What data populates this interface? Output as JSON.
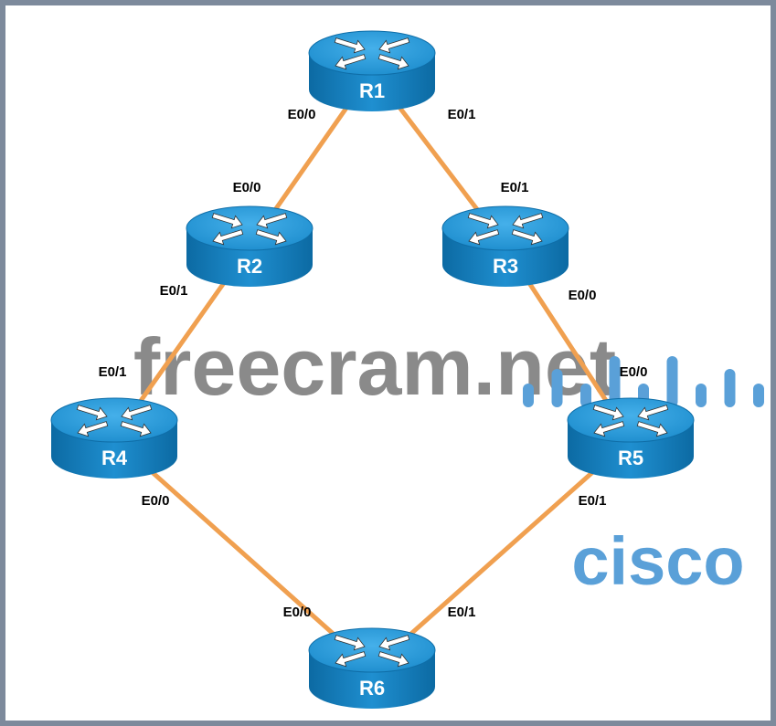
{
  "routers": [
    {
      "id": "R1",
      "label": "R1"
    },
    {
      "id": "R2",
      "label": "R2"
    },
    {
      "id": "R3",
      "label": "R3"
    },
    {
      "id": "R4",
      "label": "R4"
    },
    {
      "id": "R5",
      "label": "R5"
    },
    {
      "id": "R6",
      "label": "R6"
    }
  ],
  "links": [
    {
      "from": "R1",
      "from_if": "E0/0",
      "to": "R2",
      "to_if": "E0/0"
    },
    {
      "from": "R1",
      "from_if": "E0/1",
      "to": "R3",
      "to_if": "E0/1"
    },
    {
      "from": "R2",
      "from_if": "E0/1",
      "to": "R4",
      "to_if": "E0/1"
    },
    {
      "from": "R3",
      "from_if": "E0/0",
      "to": "R5",
      "to_if": "E0/0"
    },
    {
      "from": "R4",
      "from_if": "E0/0",
      "to": "R6",
      "to_if": "E0/0"
    },
    {
      "from": "R5",
      "from_if": "E0/1",
      "to": "R6",
      "to_if": "E0/1"
    }
  ],
  "watermark": "freecram.net",
  "logo_text": "cisco",
  "colors": {
    "link": "#f0a050",
    "router": "#1f8fd0",
    "router_dark": "#0f6ea8",
    "frame": "#7d8a9c"
  }
}
